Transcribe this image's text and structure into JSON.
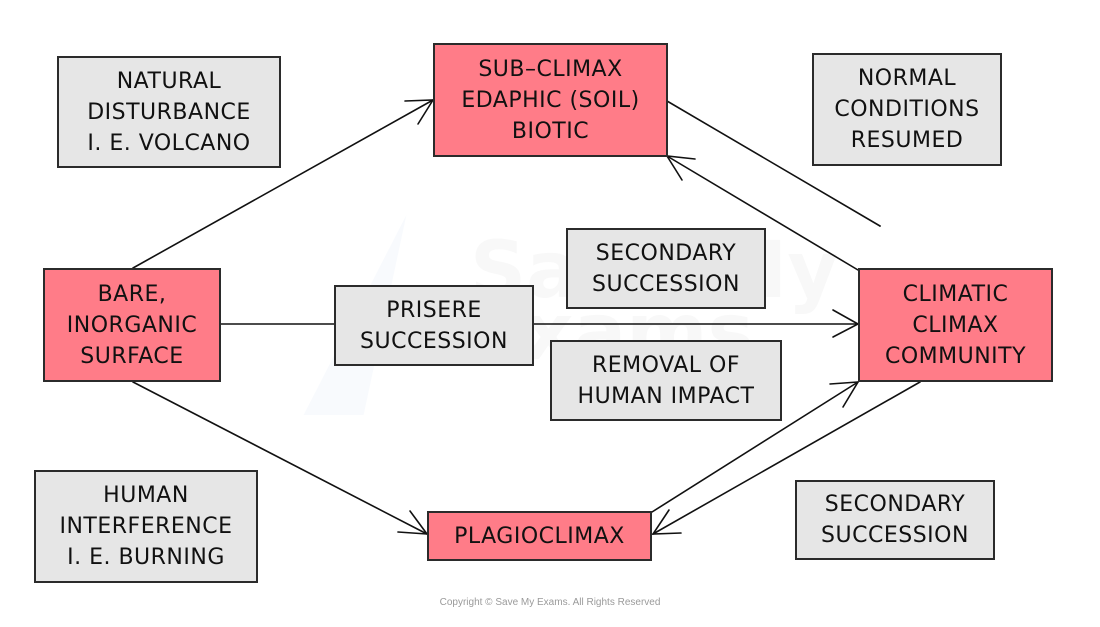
{
  "diagram": {
    "stages": {
      "bare_surface": [
        "BARE,",
        "INORGANIC",
        "SURFACE"
      ],
      "sub_climax": [
        "SUB–CLIMAX",
        "EDAPHIC (SOIL)",
        "BIOTIC"
      ],
      "climatic_climax": [
        "CLIMATIC",
        "CLIMAX",
        "COMMUNITY"
      ],
      "plagioclimax": [
        "PLAGIOCLIMAX"
      ]
    },
    "notes": {
      "natural_disturbance": [
        "NATURAL",
        "DISTURBANCE",
        "I. E. VOLCANO"
      ],
      "normal_conditions": [
        "NORMAL",
        "CONDITIONS",
        "RESUMED"
      ],
      "prisere_succession": [
        "PRISERE",
        "SUCCESSION"
      ],
      "secondary_succession_upper": [
        "SECONDARY",
        "SUCCESSION"
      ],
      "removal_human_impact": [
        "REMOVAL OF",
        "HUMAN IMPACT"
      ],
      "human_interference": [
        "HUMAN",
        "INTERFERENCE",
        "I. E. BURNING"
      ],
      "secondary_succession_lower": [
        "SECONDARY",
        "SUCCESSION"
      ]
    },
    "arrows": [
      {
        "from": "bare_surface",
        "to": "sub_climax"
      },
      {
        "from": "bare_surface",
        "to": "climatic_climax",
        "label": "prisere_succession"
      },
      {
        "from": "bare_surface",
        "to": "plagioclimax"
      },
      {
        "from": "sub_climax",
        "to": "climatic_climax",
        "label": "normal_conditions"
      },
      {
        "from": "climatic_climax",
        "to": "sub_climax"
      },
      {
        "from": "plagioclimax",
        "to": "climatic_climax",
        "label": "removal_human_impact"
      },
      {
        "from": "climatic_climax",
        "to": "plagioclimax"
      }
    ],
    "colors": {
      "stage_fill": "#ff7c88",
      "note_fill": "#e6e6e6",
      "line": "#111111"
    }
  },
  "watermark": [
    "Save My",
    "Exams"
  ],
  "copyright": "Copyright © Save My Exams. All Rights Reserved"
}
